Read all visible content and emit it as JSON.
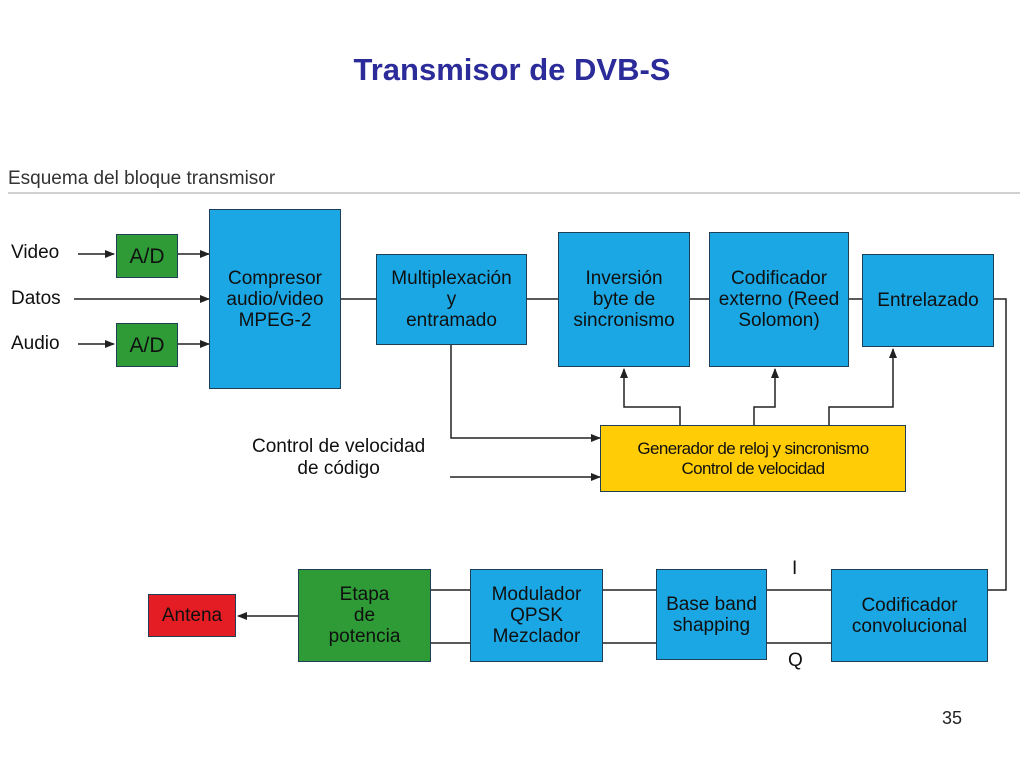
{
  "slide": {
    "title": "Transmisor de DVB-S",
    "page_number": "35"
  },
  "section": {
    "title": "Esquema del bloque transmisor"
  },
  "inputs": {
    "video": "Video",
    "datos": "Datos",
    "audio": "Audio"
  },
  "blocks": {
    "ad_video": "A/D",
    "ad_audio": "A/D",
    "compresor": "Compresor\naudio/video\nMPEG-2",
    "multiplexacion": "Multiplexación\ny\nentramado",
    "inversion": "Inversión\nbyte de\nsincronismo",
    "codificador_externo": "Codificador\nexterno (Reed\nSolomon)",
    "entrelazado": "Entrelazado",
    "generador": "Generador de reloj y sincronismo\nControl de velocidad",
    "codificador_convolucional": "Codificador\nconvolucional",
    "base_band": "Base band\nshapping",
    "modulador": "Modulador\nQPSK\nMezclador",
    "etapa": "Etapa\nde\npotencia",
    "antena": "Antena"
  },
  "labels": {
    "control_velocidad": "Control de velocidad\nde código",
    "i_channel": "I",
    "q_channel": "Q"
  },
  "colors": {
    "title": "#2b2b9a",
    "blue_block": "#1aa7e4",
    "green_block": "#2e9b36",
    "yellow_block": "#ffcc05",
    "red_block": "#e41c24"
  }
}
